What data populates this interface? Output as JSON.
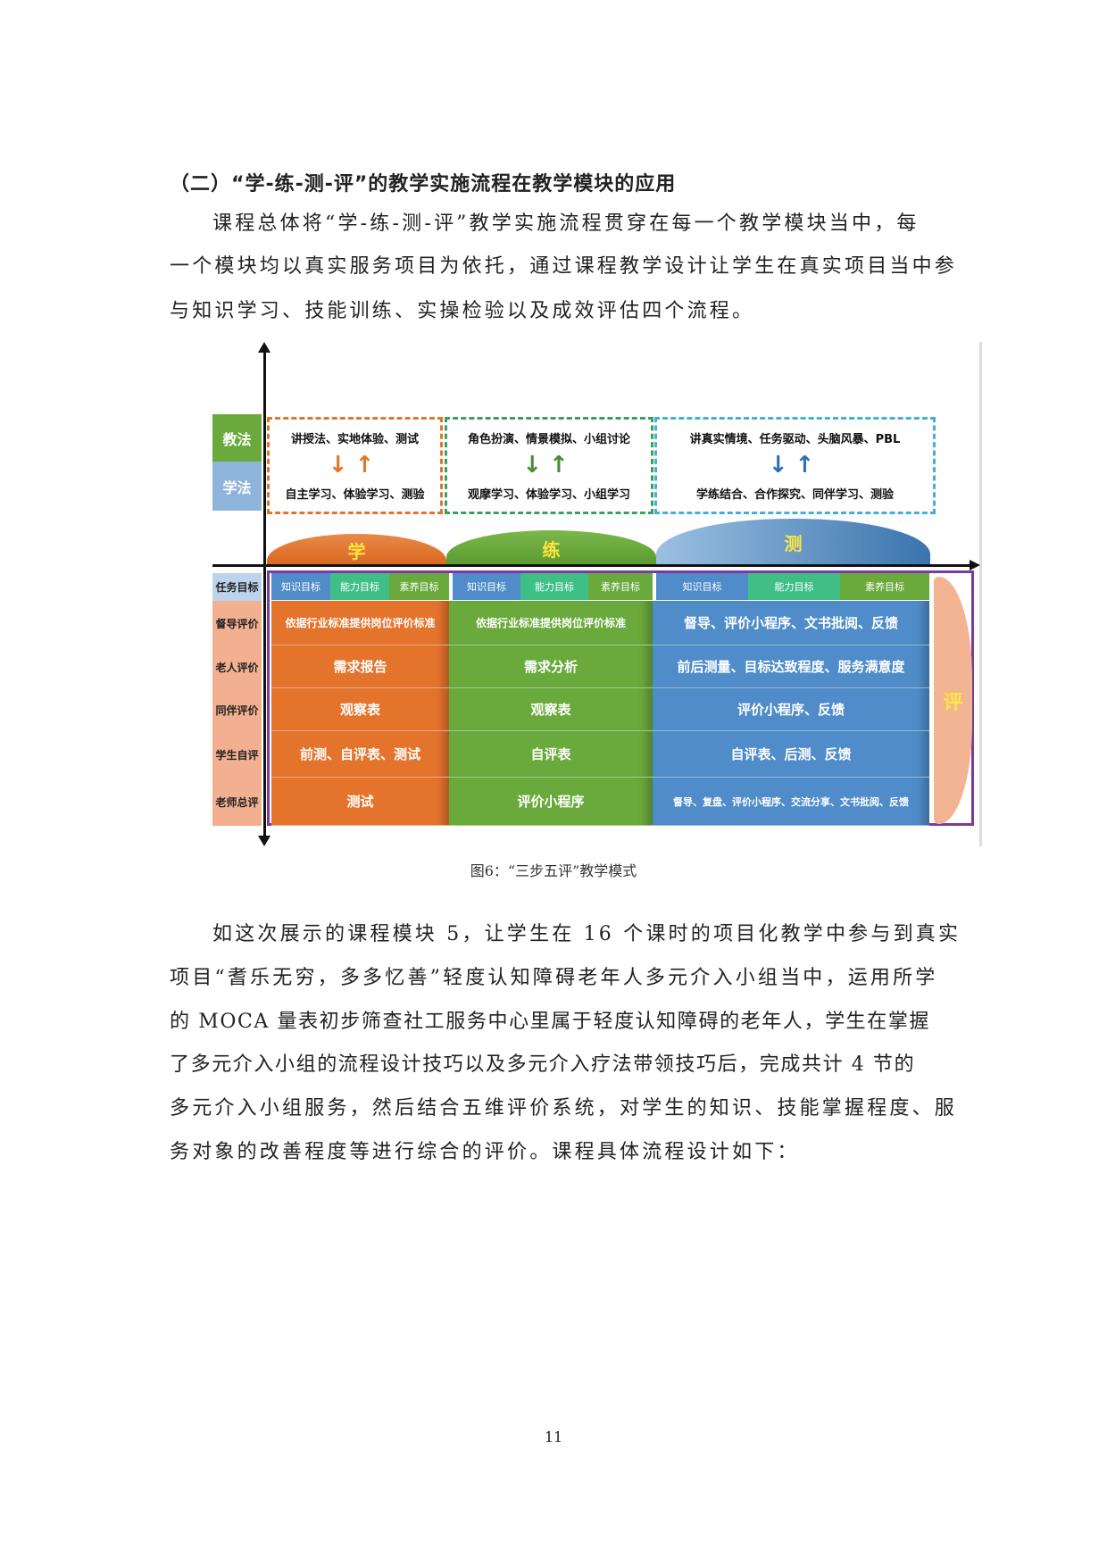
{
  "heading": "（二）“学-练-测-评”的教学实施流程在教学模块的应用",
  "para1": [
    "课程总体将“学-练-测-评”教学实施流程贯穿在每一个教学模块当中，每",
    "一个模块均以真实服务项目为依托，通过课程教学设计让学生在真实项目当中参",
    "与知识学习、技能训练、实操检验以及成效评估四个流程。"
  ],
  "diagram": {
    "teach_label": "教法",
    "learn_label": "学法",
    "stages": [
      {
        "name": "学",
        "teach": "讲授法、实地体验、测试",
        "learn": "自主学习、体验学习、测验",
        "arrows": "↓↑",
        "color": "#e4742c"
      },
      {
        "name": "练",
        "teach": "角色扮演、情景模拟、小组讨论",
        "learn": "观摩学习、体验学习、小组学习",
        "arrows": "↓↑",
        "color": "#6aaa3c"
      },
      {
        "name": "测",
        "teach": "讲真实情境、任务驱动、头脑风暴、PBL",
        "learn": "学练结合、合作探究、同伴学习、测验",
        "arrows": "↓↑",
        "color": "#4f8cc9"
      }
    ],
    "eval_label": "评",
    "row_labels": [
      "任务目标",
      "督导评价",
      "老人评价",
      "同伴评价",
      "学生自评",
      "老师总评"
    ],
    "goals": [
      "知识目标",
      "能力目标",
      "素养目标"
    ],
    "columns": [
      [
        "依据行业标准提供岗位评价标准",
        "需求报告",
        "观察表",
        "前测、自评表、测试",
        "测试"
      ],
      [
        "依据行业标准提供岗位评价标准",
        "需求分析",
        "观察表",
        "自评表",
        "评价小程序"
      ],
      [
        "督导、评价小程序、文书批阅、反馈",
        "前后测量、目标达致程度、服务满意度",
        "评价小程序、反馈",
        "自评表、后测、反馈",
        "督导、复盘、评价小程序、交流分享、文书批阅、反馈"
      ]
    ]
  },
  "caption": "图6：“三步五评”教学模式",
  "para2": [
    "如这次展示的课程模块 5，让学生在 16 个课时的项目化教学中参与到真实",
    "项目“耆乐无穷，多多忆善”轻度认知障碍老年人多元介入小组当中，运用所学",
    "的 MOCA 量表初步筛查社工服务中心里属于轻度认知障碍的老年人，学生在掌握",
    "了多元介入小组的流程设计技巧以及多元介入疗法带领技巧后，完成共计 4 节的",
    "多元介入小组服务，然后结合五维评价系统，对学生的知识、技能掌握程度、服",
    "务对象的改善程度等进行综合的评价。课程具体流程设计如下："
  ],
  "page_number": "11"
}
